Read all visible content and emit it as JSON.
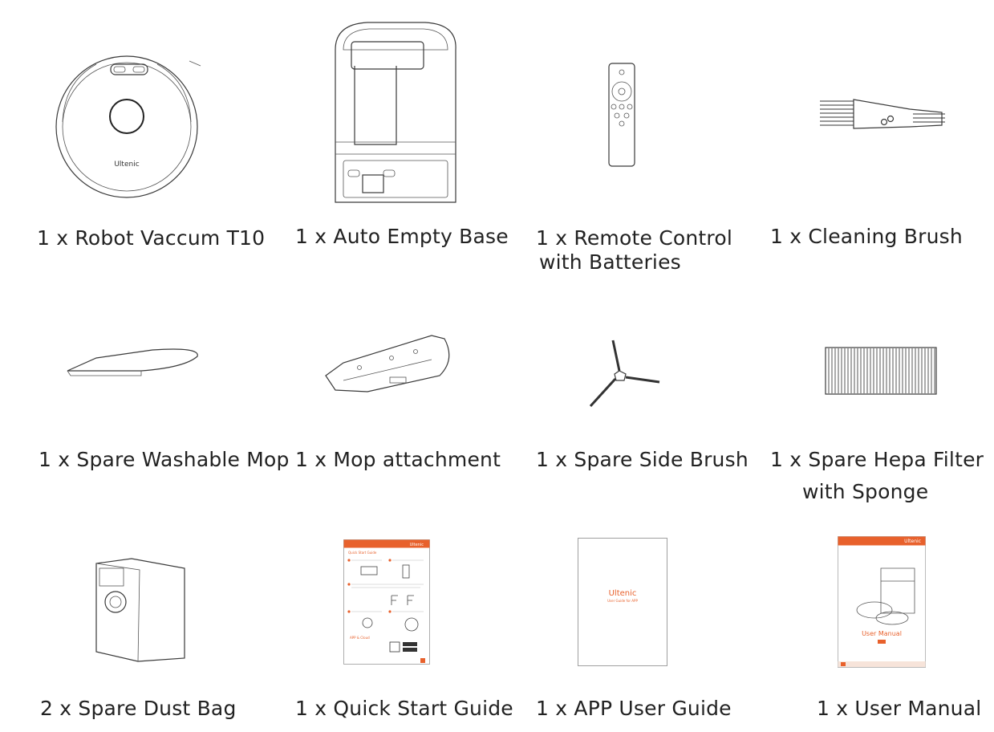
{
  "items": [
    {
      "caption": "1 x Robot Vaccum T10",
      "logo_text": "Ultenic"
    },
    {
      "caption": "1 x Auto Empty Base"
    },
    {
      "caption_line1": "1 x Remote Control",
      "caption_line2": "with Batteries"
    },
    {
      "caption": "1 x Cleaning Brush"
    },
    {
      "caption": "1 x Spare Washable Mop"
    },
    {
      "caption": "1 x Mop attachment"
    },
    {
      "caption": "1 x Spare Side Brush"
    },
    {
      "caption_line1": "1 x Spare Hepa Filter",
      "caption_line2": "with Sponge"
    },
    {
      "caption": "2 x Spare Dust Bag"
    },
    {
      "caption": "1 x Quick Start Guide",
      "logo_text": "Ultenic",
      "guide_title": "Quick Start Guide",
      "section_title": "APP & Cloud"
    },
    {
      "caption": "1 x APP User Guide",
      "logo_text": "Ultenic",
      "subtitle": "User Guide for APP"
    },
    {
      "caption": "1 x User Manual",
      "logo_text": "Ultenic",
      "manual_title": "User Manual"
    }
  ],
  "colors": {
    "accent": "#e8612c",
    "line": "#3a3a3a",
    "text": "#222222"
  }
}
